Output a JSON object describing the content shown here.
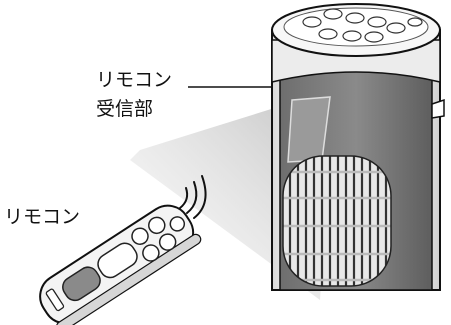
{
  "labels": {
    "receiver_line1": "リモコン",
    "receiver_line2": "受信部",
    "remote": "リモコン"
  }
}
